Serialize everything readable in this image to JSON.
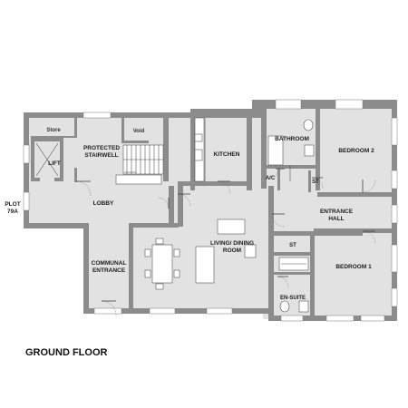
{
  "plan": {
    "heading": "GROUND FLOOR",
    "plot_label_line1": "PLOT",
    "plot_label_line2": "79A",
    "rooms": {
      "store": "Store",
      "lift": "LIFT",
      "protected_stairwell_line1": "PROTECTED",
      "protected_stairwell_line2": "STAIRWELL",
      "void": "Void",
      "lobby": "LOBBY",
      "communal_entrance_line1": "COMMUNAL",
      "communal_entrance_line2": "ENTRANCE",
      "kitchen": "KITCHEN",
      "bathroom": "BATHROOM",
      "bedroom2": "BEDROOM 2",
      "ac": "A/C",
      "st_upper": "ST",
      "entrance_hall_line1": "ENTRANCE",
      "entrance_hall_line2": "HALL",
      "living_dining_line1": "LIVING/ DINING",
      "living_dining_line2": "ROOM",
      "st_lower": "ST",
      "bedroom1": "BEDROOM 1",
      "en_suite": "EN-SUITE"
    }
  }
}
